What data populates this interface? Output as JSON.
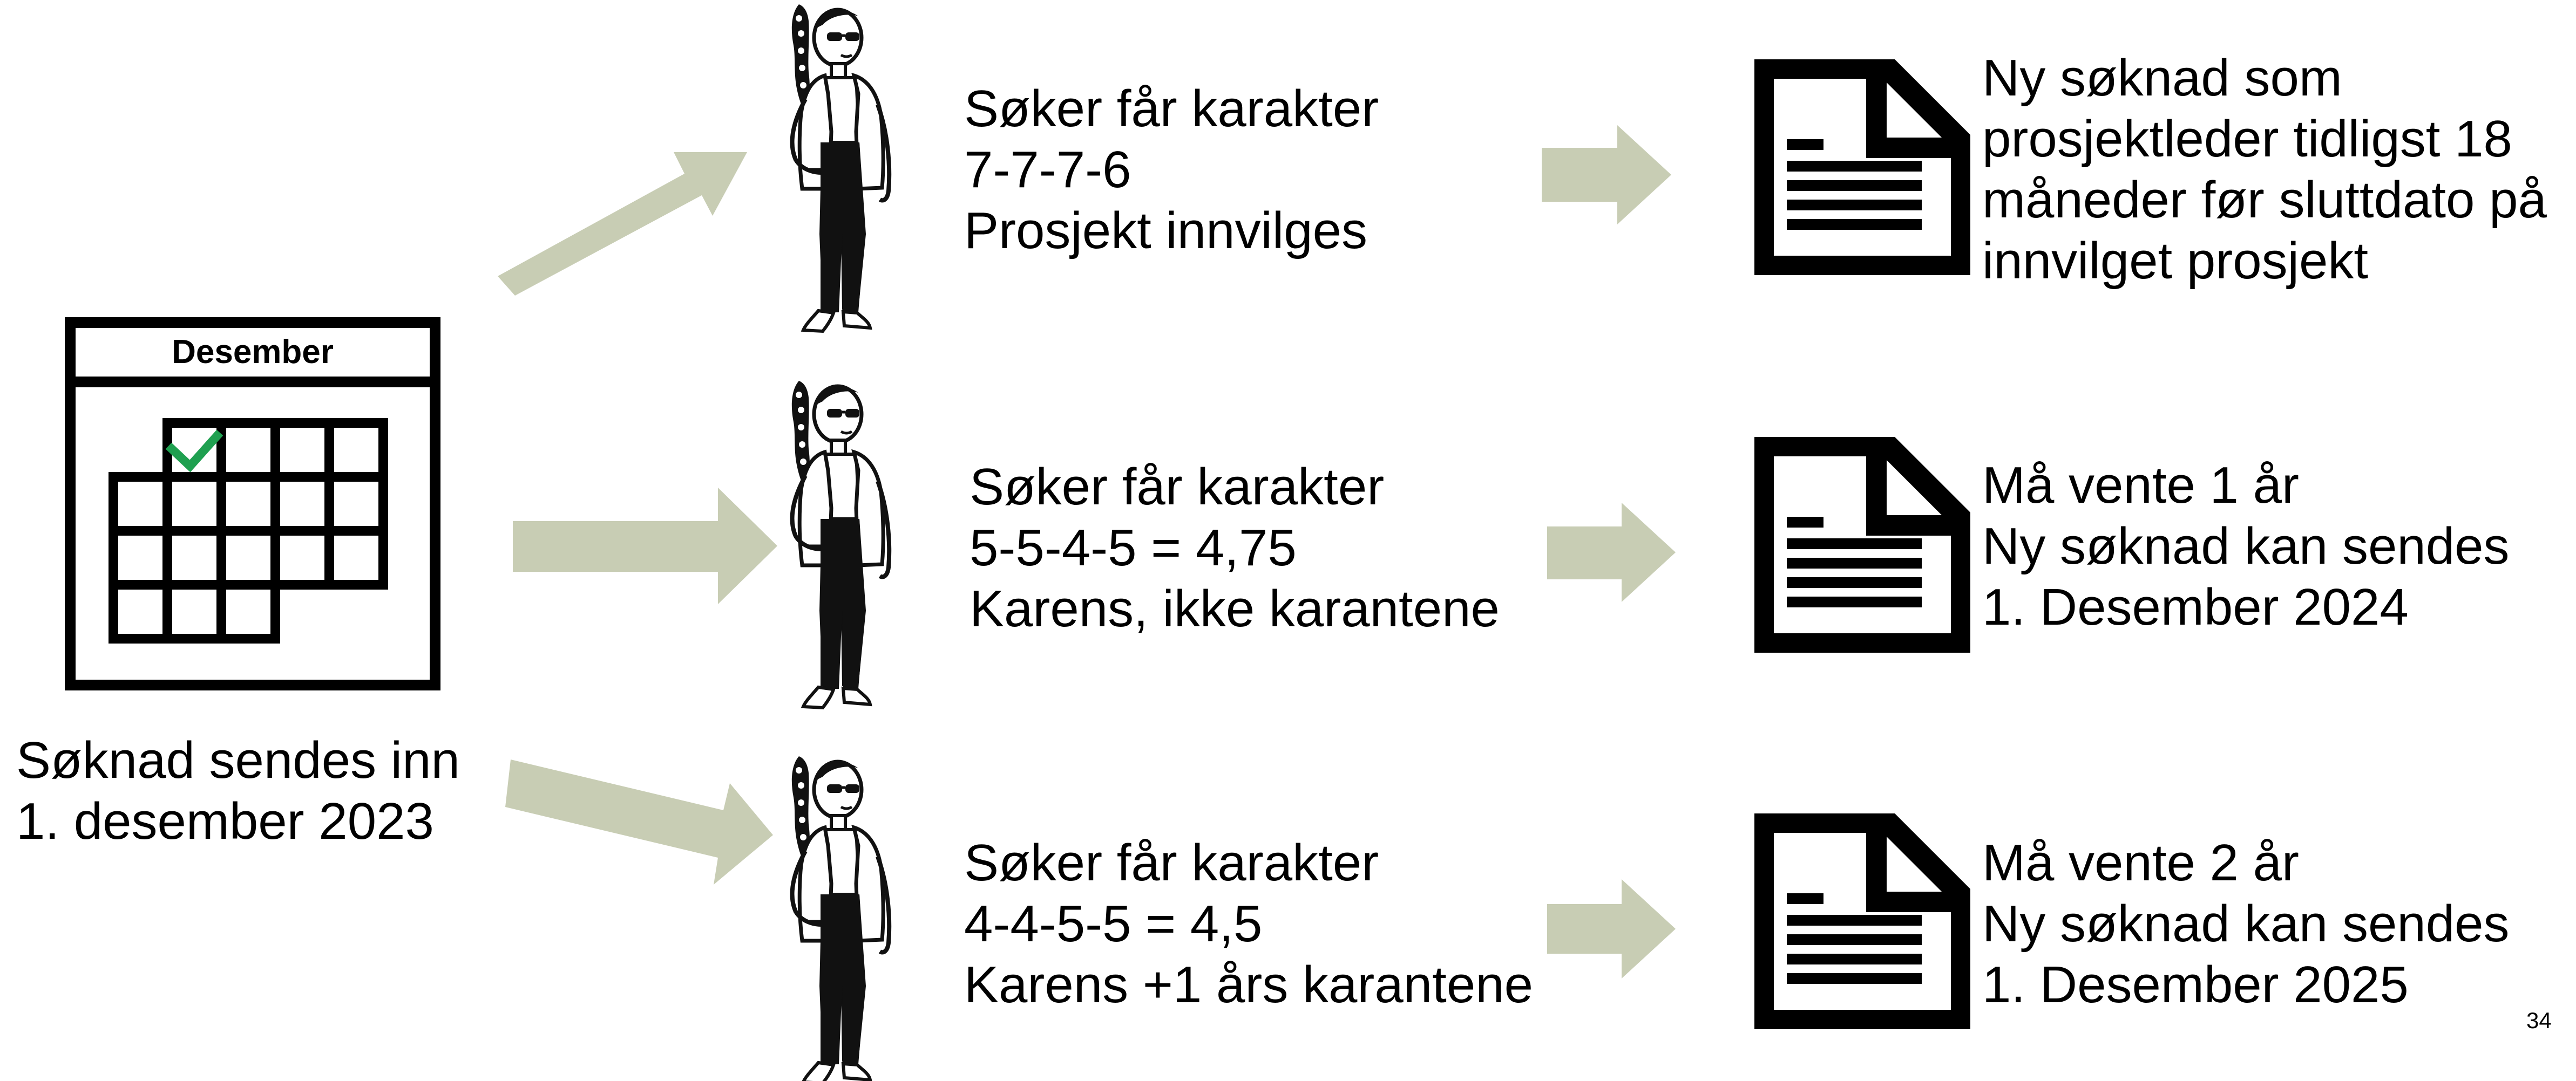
{
  "calendar": {
    "month": "Desember",
    "checkmark_color": "#1fa050"
  },
  "submission": {
    "line1": "Søknad sendes inn",
    "line2": "1. desember 2023"
  },
  "colors": {
    "arrow": "#c8cdb4",
    "ink": "#000000"
  },
  "scenarios": [
    {
      "grade_line1": "Søker får karakter",
      "grade_line2": "7-7-7-6",
      "grade_line3": "Prosjekt innvilges",
      "outcome_line1": "Ny søknad som",
      "outcome_line2": "prosjektleder tidligst 18",
      "outcome_line3": "måneder før sluttdato på",
      "outcome_line4": "innvilget prosjekt"
    },
    {
      "grade_line1": "Søker får karakter",
      "grade_line2": "5-5-4-5 = 4,75",
      "grade_line3": "Karens, ikke karantene",
      "outcome_line1": "Må vente 1 år",
      "outcome_line2": "Ny søknad kan sendes",
      "outcome_line3": "1. Desember 2024"
    },
    {
      "grade_line1": "Søker får karakter",
      "grade_line2": "4-4-5-5 = 4,5",
      "grade_line3": "Karens +1 års karantene",
      "outcome_line1": "Må vente 2 år",
      "outcome_line2": "Ny søknad kan sendes",
      "outcome_line3": "1. Desember 2025"
    }
  ],
  "page_number": "34"
}
